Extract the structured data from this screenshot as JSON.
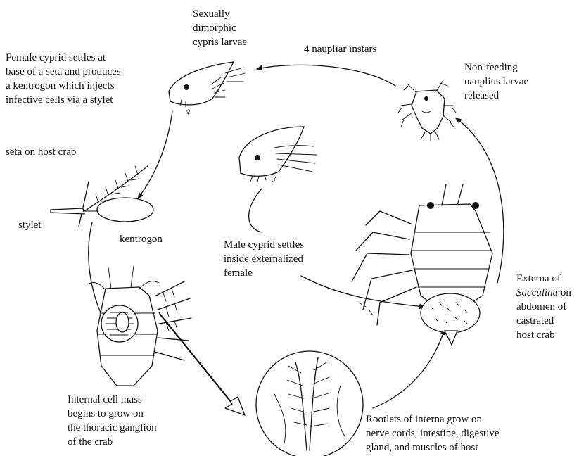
{
  "labels": {
    "sexually_dimorphic": "Sexually\ndimorphic\ncypris larvae",
    "naupliar_instars": "4 naupliar instars",
    "female_cyprid": "Female cyprid settles at\nbase of a seta and produces\na kentrogon which injects\ninfective cells via a stylet",
    "nonfeeding_nauplius": "Non-feeding\nnauplius larvae\nreleased",
    "seta_on_host": "seta on host crab",
    "stylet": "stylet",
    "kentrogon": "kentrogon",
    "male_cyprid": "Male cyprid settles\ninside externalized\nfemale",
    "externa_prefix": "Externa of",
    "externa_genus": "Sacculina",
    "externa_suffix": " on\nabdomen of\ncastrated\nhost crab",
    "internal_mass": "Internal cell mass\nbegins to grow on\nthe thoracic ganglion\nof the crab",
    "rootlets": "Rootlets of interna grow on\nnerve cords, intestine, digestive\ngland, and muscles of host"
  },
  "symbols": {
    "female": "♀",
    "male": "♂"
  }
}
